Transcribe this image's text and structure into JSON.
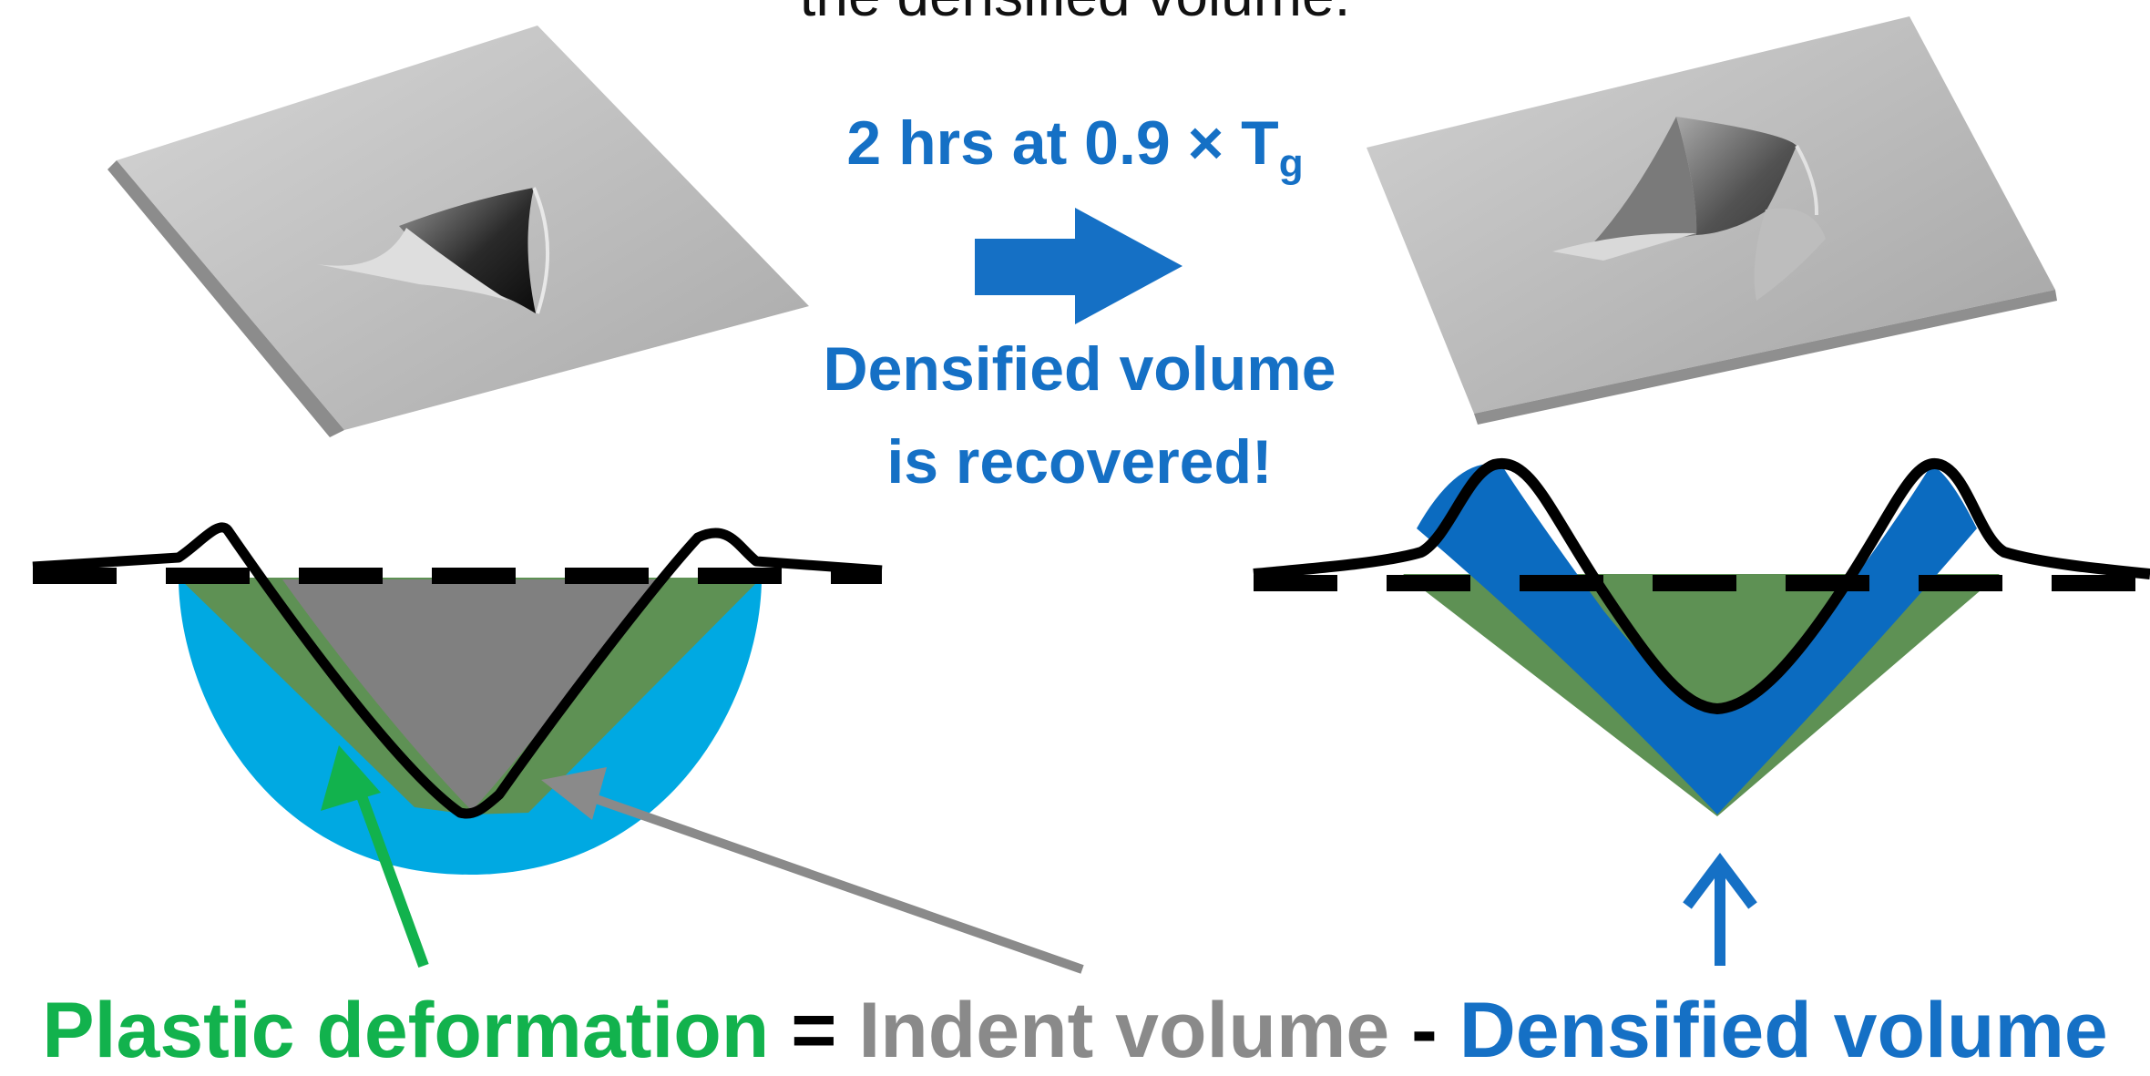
{
  "caption_top": "the densified volume.",
  "treatment": {
    "prefix": "2 hrs at 0.9 × T",
    "subscript": "g"
  },
  "result_line1": "Densified volume",
  "result_line2": "is recovered!",
  "equation": {
    "plastic": "Plastic deformation",
    "equals": " = ",
    "indent": "Indent volume",
    "minus": " - ",
    "densified": "Densified volume"
  },
  "colors": {
    "blue": "#1570c5",
    "green": "#12b24d",
    "grey": "#8a8a8a",
    "light_blue": "#00a9e2",
    "olive": "#5e9154",
    "dark_blue": "#0b6bc0"
  }
}
